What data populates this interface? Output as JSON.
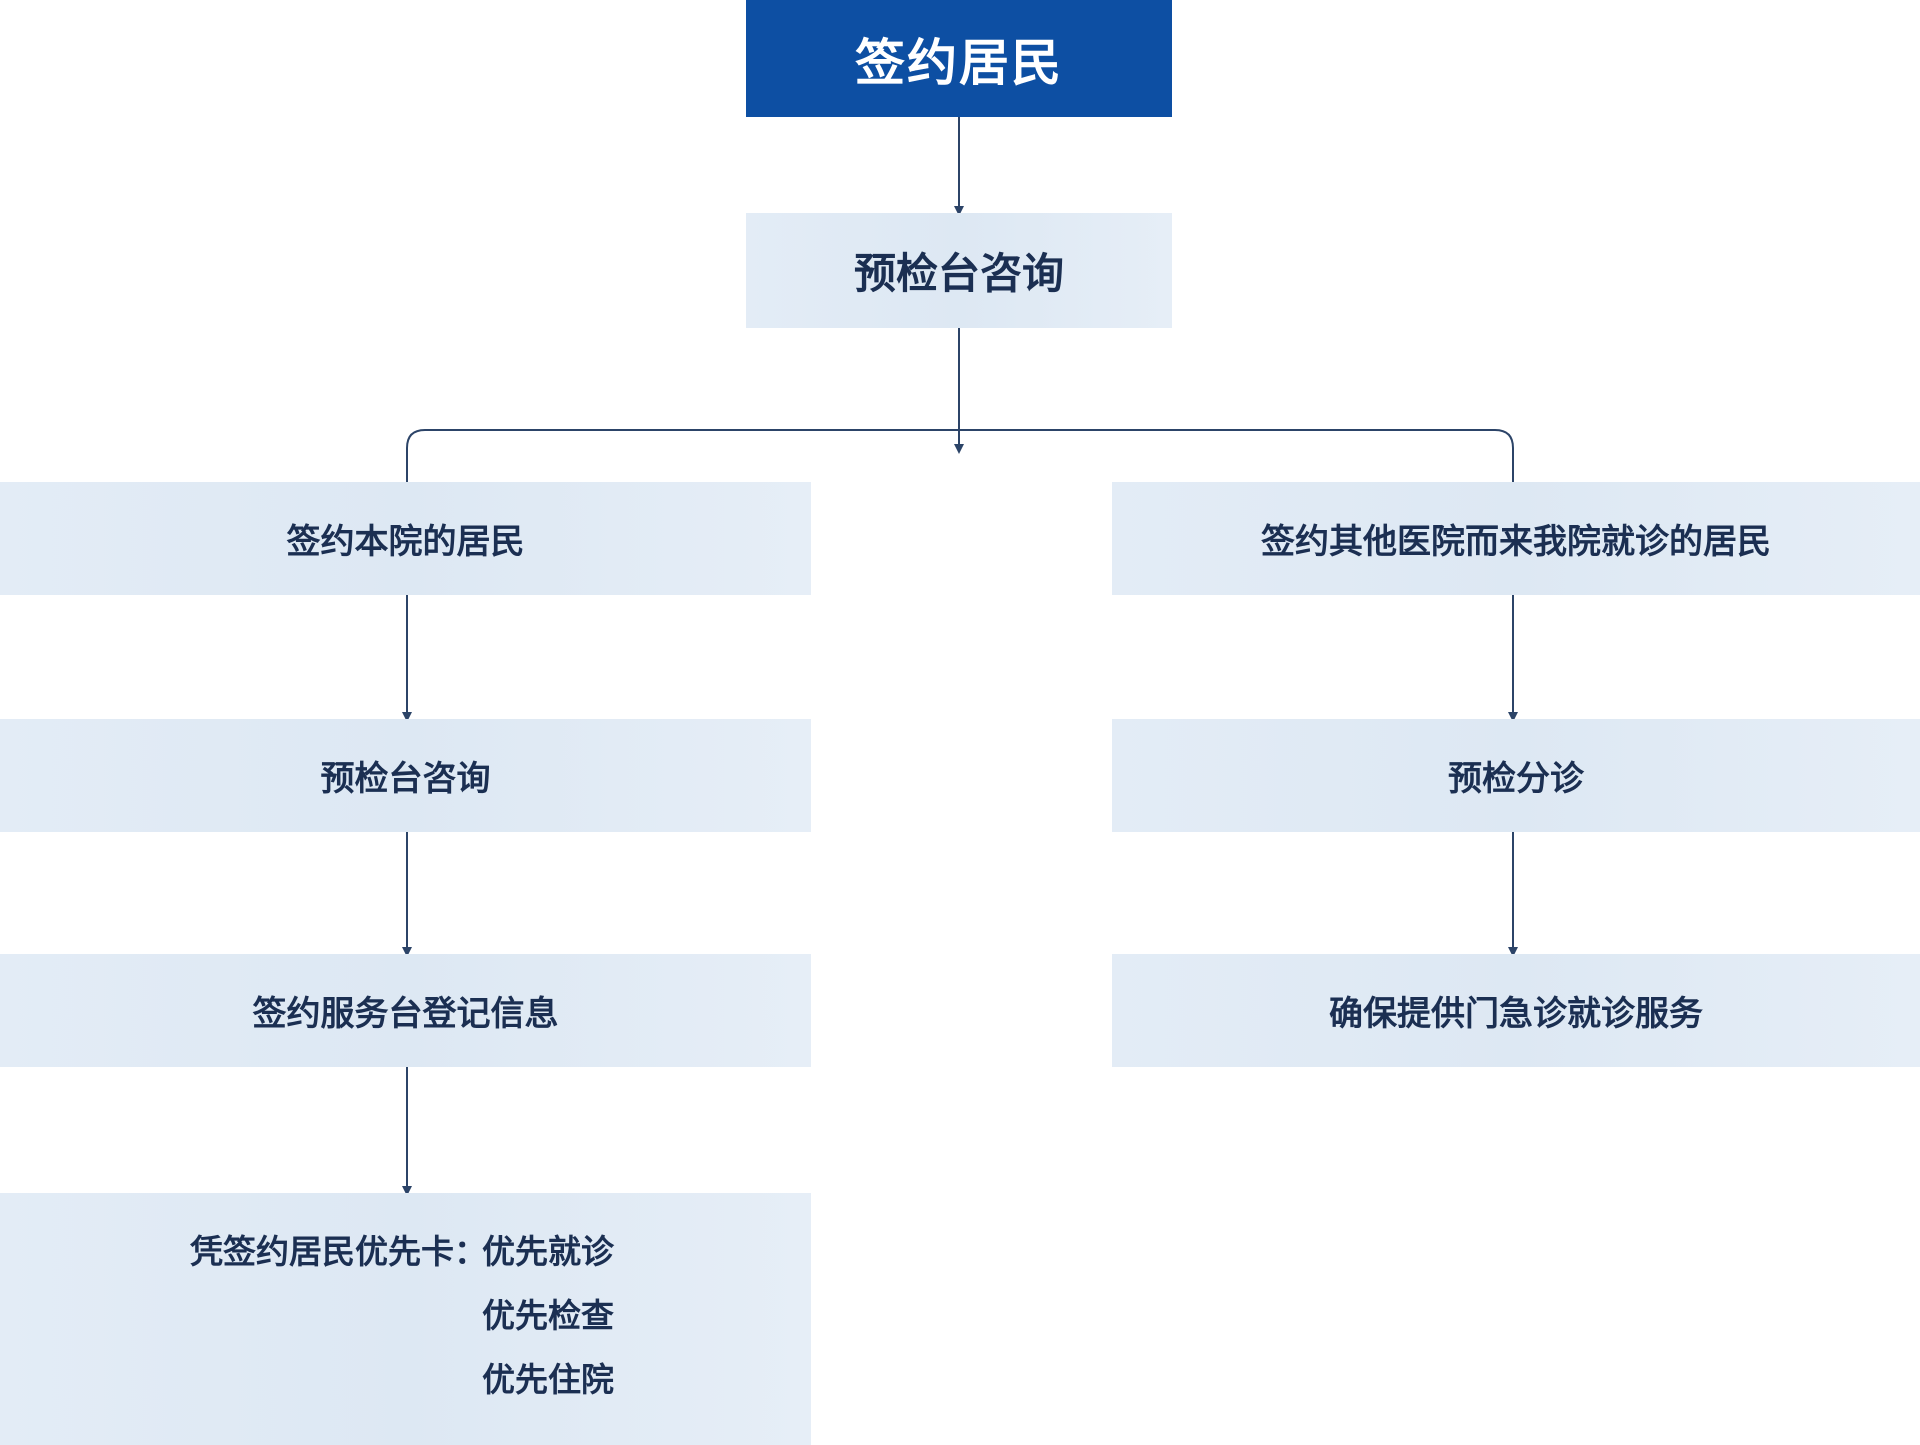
{
  "top_node": {
    "label": "签约居民"
  },
  "pre_check": {
    "label": "预检台咨询"
  },
  "left_branch": {
    "title": "签约本院的居民",
    "step1": "预检台咨询",
    "step2": "签约服务台登记信息",
    "privilege": {
      "prefix": "凭签约居民优先卡：",
      "items": [
        "优先就诊",
        "优先检查",
        "优先住院"
      ]
    }
  },
  "right_branch": {
    "title": "签约其他医院而来我院就诊的居民",
    "step1": "预检分诊",
    "step2": "确保提供门急诊就诊服务"
  },
  "colors": {
    "top_fill": "#0d4fa3",
    "box_fill": "#e3ecf6",
    "text": "#1b2f52",
    "connector": "#2c4468"
  }
}
